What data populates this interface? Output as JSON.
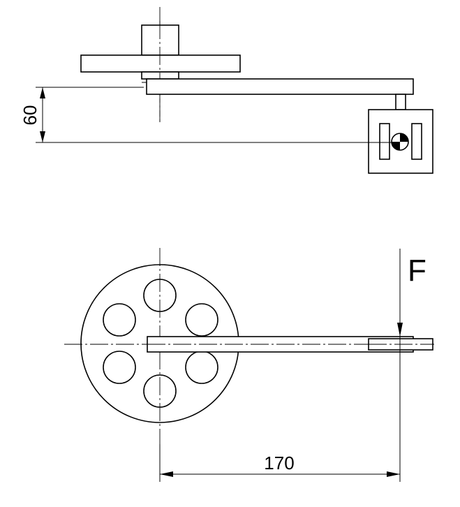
{
  "drawing": {
    "dimension_height": "60",
    "dimension_length": "170",
    "force_label": "F"
  }
}
